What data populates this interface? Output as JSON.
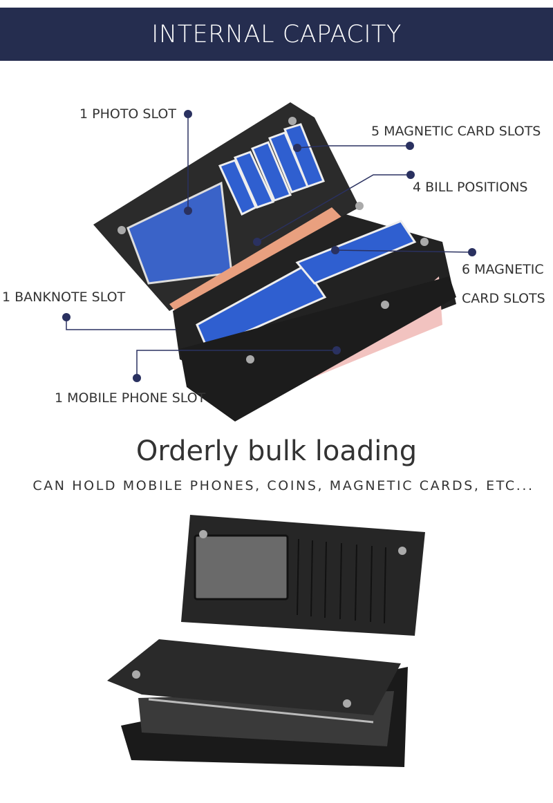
{
  "banner": {
    "title": "INTERNAL CAPACITY"
  },
  "callouts": {
    "photo_slot": "1 PHOTO SLOT",
    "magnetic_card_slots_5": "5 MAGNETIC CARD SLOTS",
    "bill_positions": "4 BILL POSITIONS",
    "magnetic_6_line1": "6 MAGNETIC",
    "magnetic_6_line2": "CARD SLOTS",
    "banknote_slot": "1 BANKNOTE SLOT",
    "mobile_phone_slot": "1 MOBILE PHONE SLOT"
  },
  "section": {
    "title": "Orderly bulk loading",
    "subtitle": "CAN HOLD MOBILE PHONES, COINS, MAGNETIC CARDS, ETC..."
  },
  "colors": {
    "banner": "#252d4f",
    "dot": "#2a3160",
    "text": "#333333"
  }
}
